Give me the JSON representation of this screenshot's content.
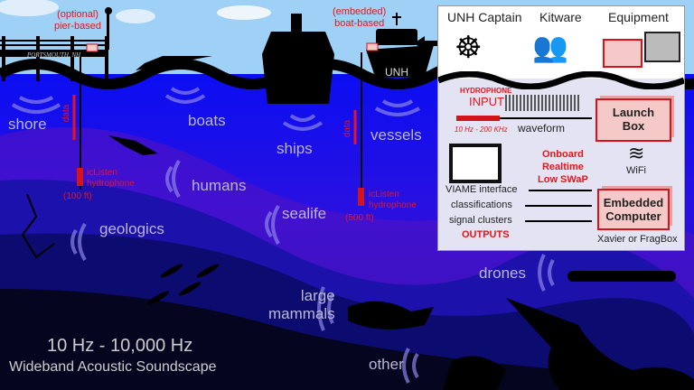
{
  "scene": {
    "pier_label": {
      "line1": "(optional)",
      "line2": "pier-based"
    },
    "pier_sign": "PORTSMOUTH, NH",
    "boat_label": {
      "line1": "(embedded)",
      "line2": "boat-based"
    },
    "boat_name": "UNH",
    "data_label": "data",
    "hydrophone_left": {
      "line1": "icListen",
      "line2": "hydrophone",
      "depth": "(100 ft)"
    },
    "hydrophone_right": {
      "line1": "icListen",
      "line2": "hydrophone",
      "depth": "(500 ft)"
    },
    "sound_sources": {
      "shore": "shore",
      "boats": "boats",
      "ships": "ships",
      "vessels": "vessels",
      "humans": "humans",
      "geologics": "geologics",
      "sealife": "sealife",
      "large_mammals_1": "large",
      "large_mammals_2": "mammals",
      "drones": "drones",
      "other": "other"
    },
    "frequency_range": "10 Hz - 10,000 Hz",
    "subtitle": "Wideband Acoustic Soundscape",
    "colors": {
      "sky": "#9fd0f5",
      "water_top": "#0a0ff0",
      "water_mid": "#5a10d8",
      "deep": "#060a2a",
      "accent_red": "#e8141c"
    }
  },
  "panel": {
    "headers": [
      "UNH Captain",
      "Kitware",
      "Equipment"
    ],
    "input": {
      "title": "HYDROPHONE",
      "label": "INPUT",
      "range": "10 Hz - 200 KHz",
      "waveform": "waveform"
    },
    "launch_box": {
      "line1": "Launch",
      "line2": "Box"
    },
    "onboard": [
      "Onboard",
      "Realtime",
      "Low SWaP"
    ],
    "wifi": "WiFi",
    "outputs": [
      "VIAME interface",
      "classifications",
      "signal clusters"
    ],
    "outputs_title": "OUTPUTS",
    "embedded": {
      "line1": "Embedded",
      "line2": "Computer",
      "caption": "Xavier or FragBox"
    }
  }
}
